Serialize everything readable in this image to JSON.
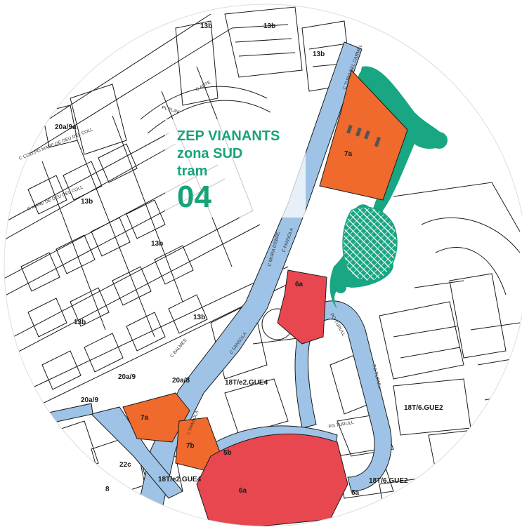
{
  "title": {
    "line1": "ZEP VIANANTS",
    "line2": "zona SUD",
    "line3": "tram",
    "number": "04"
  },
  "colors": {
    "orange_zone": "#ef6a2c",
    "red_zone": "#e8474f",
    "street_blue": "#9ec3e6",
    "green_trees": "#19a682",
    "title_green": "#17a37a"
  },
  "zones": [
    {
      "id": "7a-top",
      "label": "7a"
    },
    {
      "id": "6a-mid",
      "label": "6a"
    },
    {
      "id": "7a-left",
      "label": "7a"
    },
    {
      "id": "7b",
      "label": "7b"
    },
    {
      "id": "6a-bottom",
      "label": "6a"
    },
    {
      "id": "6a-right",
      "label": "6a"
    }
  ],
  "labels": {
    "z13b_1": "13b",
    "z13b_2": "13b",
    "z13b_3": "13b",
    "z13b_4": "13b",
    "z13b_5": "13b",
    "z13b_6": "13b",
    "z13b_7": "13b",
    "z20a_9a": "20a/9a",
    "z20a_9": "20a/9",
    "z20a_8": "20a/8",
    "z20a_9b": "20a/9",
    "z18t_gue4": "18T/e2.GUE4",
    "z18t_gue4_b": "18T/e2.GUE4",
    "z18t_gue2": "18T/6.GUE2",
    "z18t_gue2_b": "18T/6.GUE2",
    "z5b": "5b",
    "z8": "8",
    "z22c": "22c"
  },
  "streets": {
    "pg_turull": "PG TURULL",
    "pg_turull_2": "PG TURULL",
    "pg_turull_3": "PG TURULL",
    "c_fansola": "C FANSOLA",
    "c_fansola_2": "C FANSOLA",
    "c_fansola_3": "C FANSOLA",
    "c_mora_desbre": "C MORA D'EBRE",
    "c_balmes": "C BALMES",
    "pl_flav": "PL FLAV",
    "c_collpo": "C COLLPO MARE DE DEU DEL COLL",
    "c_deu": "C MARE DE DEU DEL COLL",
    "c_turo": "C TURO DEL CARMEL",
    "c_arte": "C ARTE"
  }
}
